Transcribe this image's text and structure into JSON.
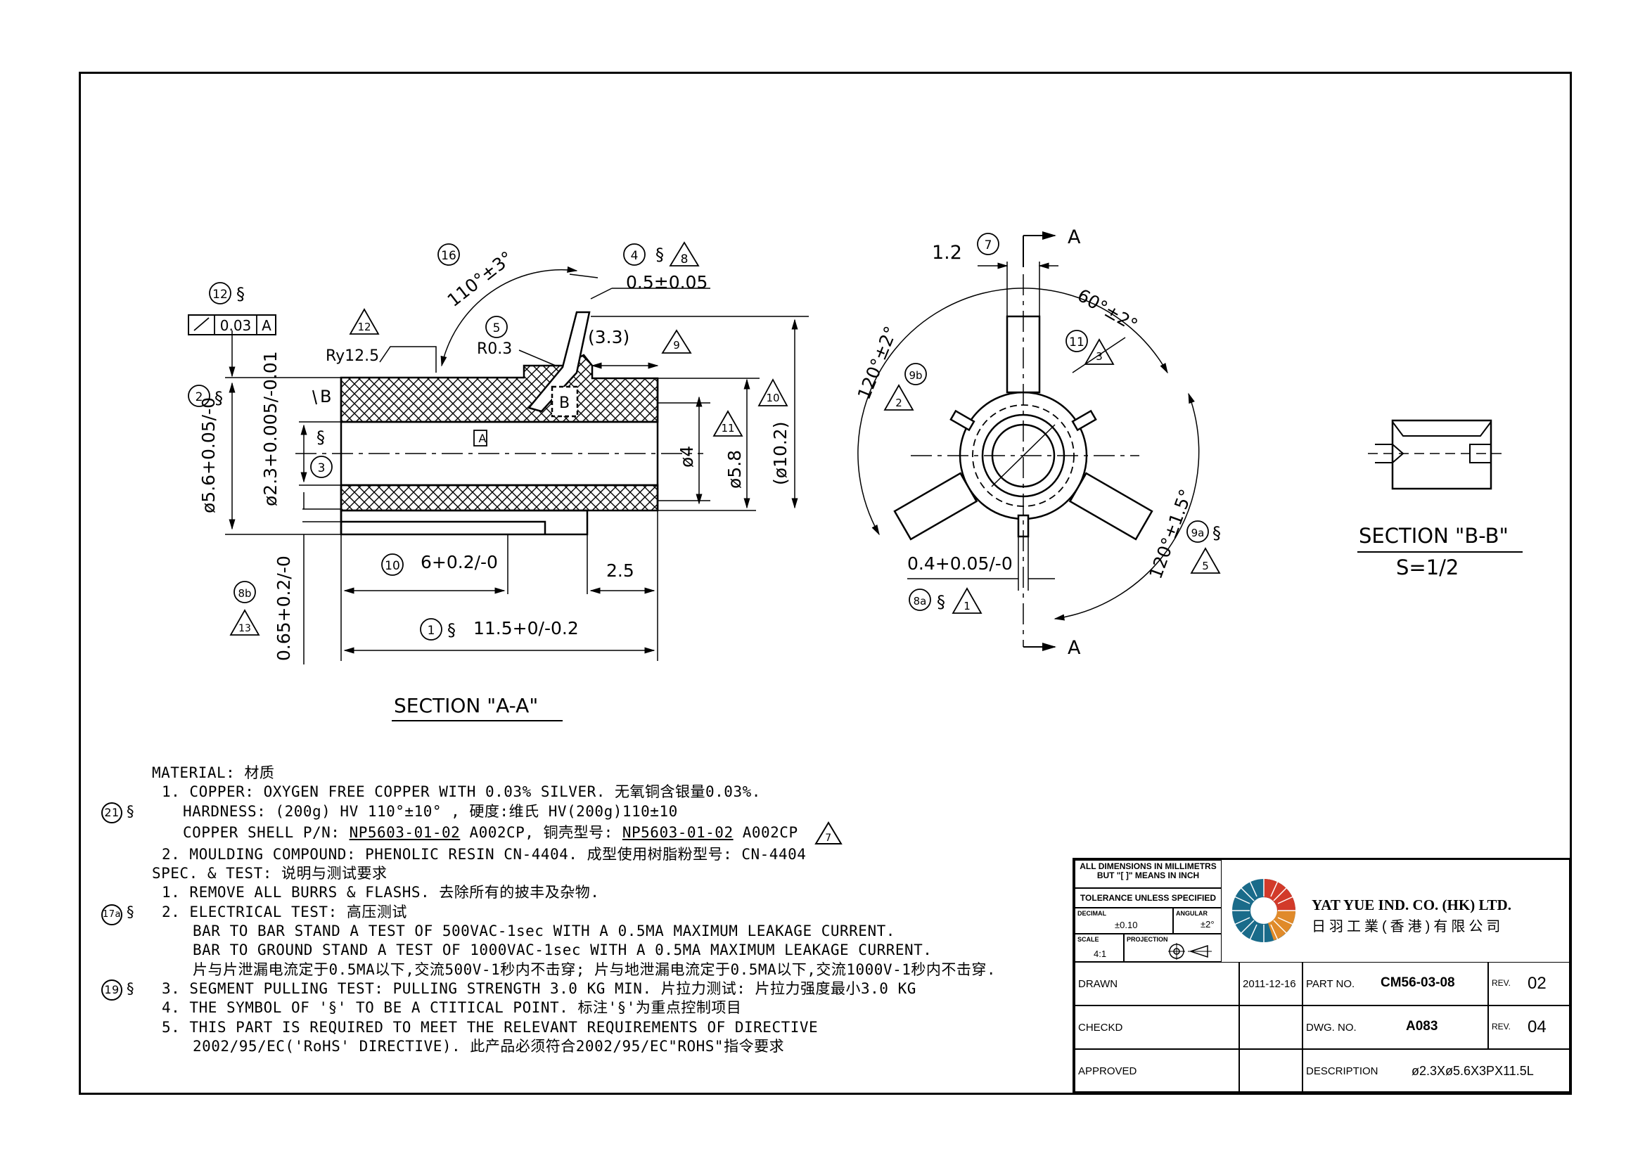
{
  "section_aa": {
    "title": "SECTION \"A-A\"",
    "labels": {
      "angle_110": "110°±3°",
      "c16": "16",
      "c4": "4",
      "c8": "8",
      "thick": "0.5±0.05",
      "c12": "12",
      "runout": "0.03",
      "datum_a": "A",
      "c12t": "12",
      "ry": "Ry12.5",
      "c5": "5",
      "r03": "R0.3",
      "dim33": "(3.3)",
      "c9": "9",
      "c2": "2",
      "sect": "§",
      "b": "B",
      "b2": "B",
      "d56": "ø5.6+0.05/-0",
      "d23": "ø2.3+0.005/-0.01",
      "c3": "3",
      "d4": "ø4",
      "c11": "11",
      "d58": "ø5.8",
      "c10t": "10",
      "d102": "(ø10.2)",
      "c10": "10",
      "dim6": "6+0.2/-0",
      "dim25": "2.5",
      "c8b": "8b",
      "c13": "13",
      "d065": "0.65+0.2/-0",
      "c1": "1",
      "dim115": "11.5+0/-0.2"
    }
  },
  "front_view": {
    "labels": {
      "dim12": "1.2",
      "c7": "7",
      "a_top": "A",
      "a_bot": "A",
      "ang60": "60°±2°",
      "c11": "11",
      "c3": "3",
      "ang120a": "120°±2°",
      "c9b": "9b",
      "c2": "2",
      "ang120b": "120°±1.5°",
      "c9a": "9a",
      "c5": "5",
      "dim04": "0.4+0.05/-0",
      "c8a": "8a",
      "c1": "1"
    }
  },
  "section_bb": {
    "title": "SECTION \"B-B\"",
    "scale": "S=1/2"
  },
  "notes": {
    "l1": "MATERIAL: 材质",
    "l2": "1. COPPER: OXYGEN FREE COPPER WITH 0.03% SILVER. 无氧铜含银量0.03%.",
    "l3": "HARDNESS: (200g) HV 110°±10° ,   硬度:维氏 HV(200g)110±10",
    "l4a": "COPPER SHELL P/N: ",
    "l4b": "NP5603-01-02",
    "l4c": " A002CP, 铜壳型号: ",
    "l4d": "NP5603-01-02",
    "l4e": " A002CP",
    "l4tri": "7",
    "l5": "2. MOULDING COMPOUND: PHENOLIC RESIN CN-4404. 成型使用树脂粉型号: CN-4404",
    "l6": "SPEC. & TEST: 说明与测试要求",
    "l7": "1. REMOVE ALL BURRS & FLASHS. 去除所有的披丰及杂物.",
    "l8": "2. ELECTRICAL TEST: 高压测试",
    "l9": "BAR TO BAR STAND A TEST OF 500VAC-1sec WITH A 0.5MA MAXIMUM LEAKAGE CURRENT.",
    "l10": "BAR TO GROUND STAND A TEST OF 1000VAC-1sec WITH A 0.5MA MAXIMUM LEAKAGE CURRENT.",
    "l11": "片与片泄漏电流定于0.5MA以下,交流500V-1秒内不击穿;    片与地泄漏电流定于0.5MA以下,交流1000V-1秒内不击穿.",
    "l12": "3. SEGMENT PULLING TEST:  PULLING STRENGTH 3.0 KG MIN. 片拉力测试: 片拉力强度最小3.0 KG",
    "l13": "4. THE SYMBOL OF '§' TO BE A CTITICAL POINT. 标注'§'为重点控制项目",
    "l14": "5. THIS PART IS REQUIRED TO MEET THE RELEVANT REQUIREMENTS OF DIRECTIVE",
    "l15": "2002/95/EC('RoHS' DIRECTIVE).   此产品必须符合2002/95/EC\"ROHS\"指令要求",
    "m21": "21",
    "m17a": "17a",
    "m19": "19",
    "sect": "§"
  },
  "title_block": {
    "dims_note_1": "ALL DIMENSIONS IN MILLIMETRS",
    "dims_note_2": "BUT \"[ ]\" MEANS IN INCH",
    "tol_note": "TOLERANCE UNLESS SPECIFIED",
    "decimal_label": "DECIMAL",
    "decimal_val": "±0.10",
    "angular_label": "ANGULAR",
    "angular_val": "±2°",
    "scale_label": "SCALE",
    "scale_val": "4:1",
    "projection_label": "PROJECTION",
    "company_en": "YAT YUE IND. CO. (HK) LTD.",
    "company_cn": "日羽工業(香港)有限公司",
    "drawn": "DRAWN",
    "date": "2011-12-16",
    "part_no_label": "PART NO.",
    "part_no": "CM56-03-08",
    "rev_label": "REV.",
    "rev1": "02",
    "checkd": "CHECKD",
    "dwg_no_label": "DWG. NO.",
    "dwg_no": "A083",
    "rev2": "04",
    "approved": "APPROVED",
    "desc_label": "DESCRIPTION",
    "desc": "ø2.3Xø5.6X3PX11.5L"
  }
}
